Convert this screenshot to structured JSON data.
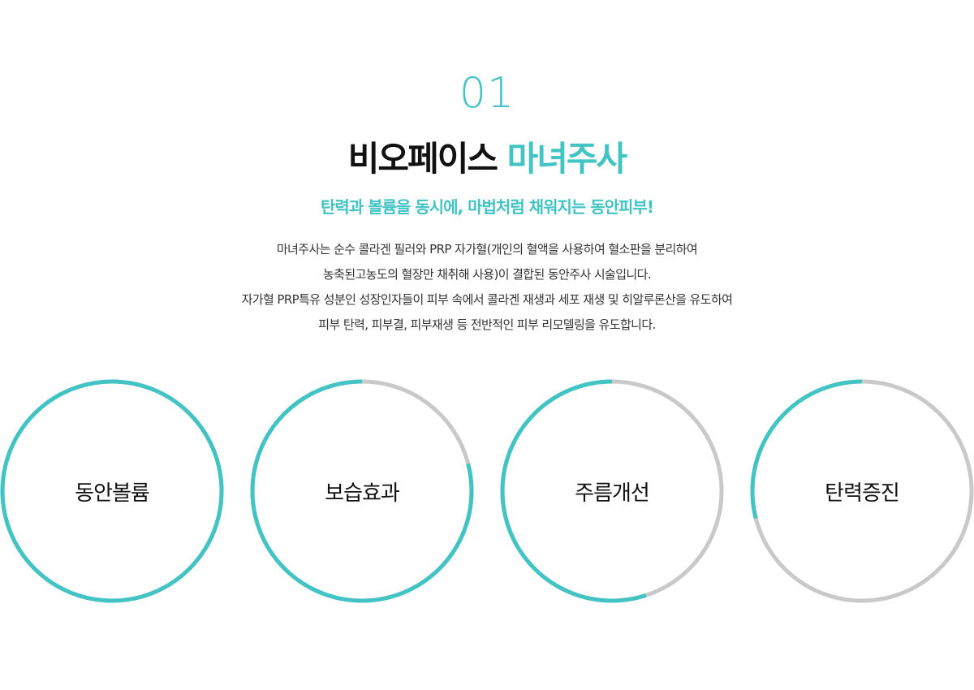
{
  "colors": {
    "accent": "#42c3c4",
    "track": "#c9c9c9",
    "title": "#111111",
    "text": "#333333"
  },
  "section": {
    "number": "01",
    "title_main": "비오페이스",
    "title_accent": "마녀주사",
    "subtitle": "탄력과 볼륨을 동시에, 마법처럼 채워지는 동안피부!",
    "description": [
      "마녀주사는 순수 콜라겐 필러와 PRP 자가혈(개인의 혈액을 사용하여 혈소판을 분리하여",
      "농축된고농도의 혈장만 채취해 사용)이 결합된 동안주사 시술입니다.",
      "자가혈 PRP특유 성분인 성장인자들이 피부 속에서 콜라겐 재생과 세포 재생 및 히알루론산을 유도하여",
      "피부 탄력, 피부결, 피부재생 등 전반적인 피부 리모델링을 유도합니다."
    ]
  },
  "effects": [
    {
      "label": "동안볼륨",
      "progress": 1.0
    },
    {
      "label": "보습효과",
      "progress": 0.79
    },
    {
      "label": "주름개선",
      "progress": 0.55
    },
    {
      "label": "탄력증진",
      "progress": 0.29
    }
  ]
}
